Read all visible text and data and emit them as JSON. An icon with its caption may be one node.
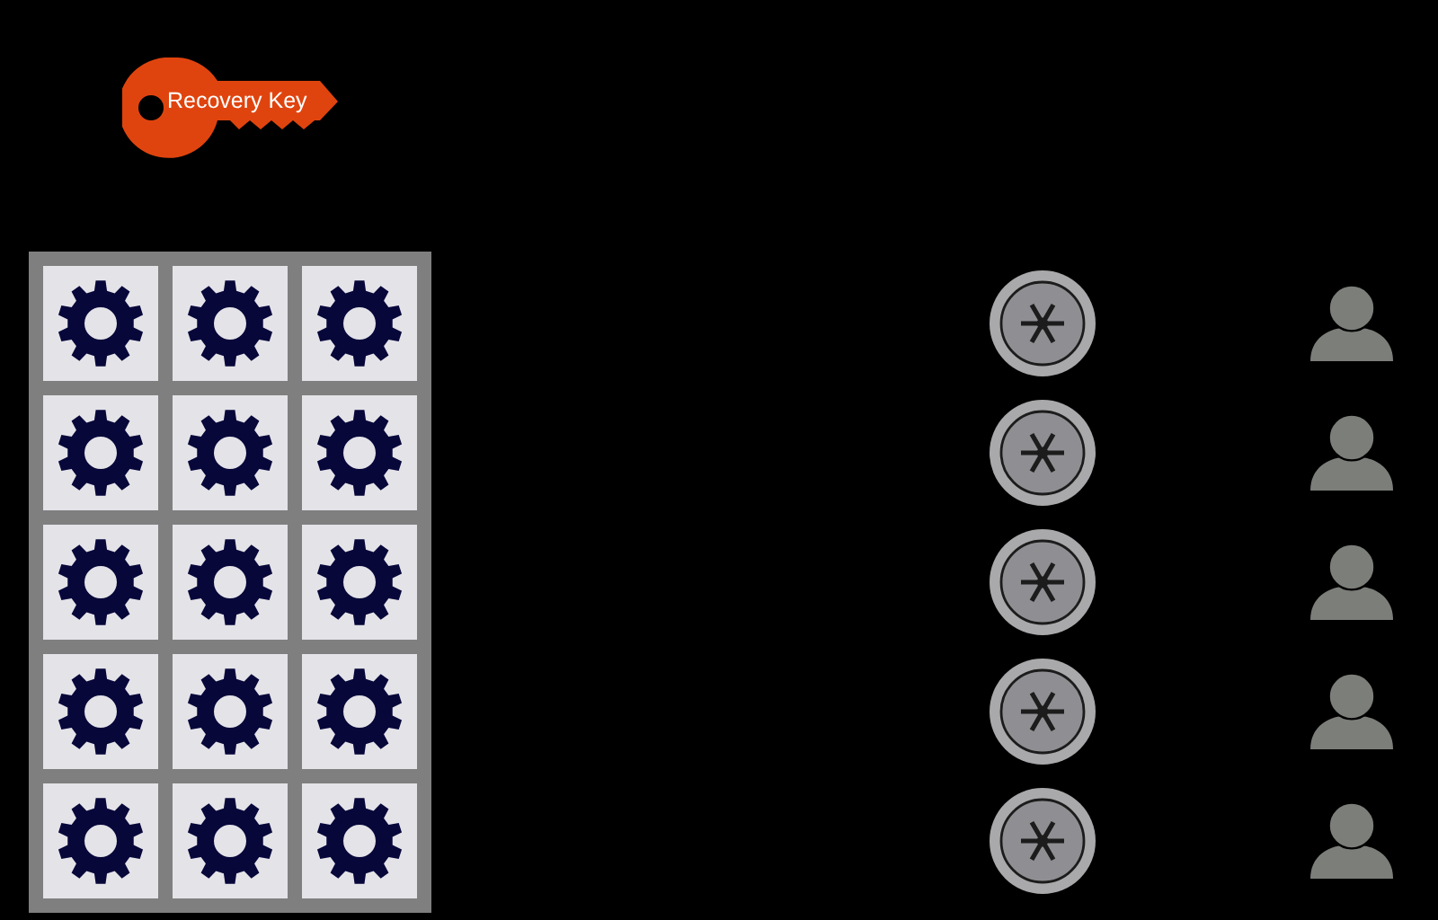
{
  "diagram": {
    "nodes": [
      {
        "text": [
          "Recovery Key"
        ]
      },
      {
        "text": [],
        "shape": "box"
      },
      {
        "text": [],
        "shape": "box",
        "in": 1
      },
      {
        "text": [],
        "shape": "box",
        "in": 1
      },
      {
        "text": [],
        "shape": "box",
        "in": 1
      },
      {
        "text": [],
        "shape": "box",
        "in": 1
      },
      {
        "text": [],
        "shape": "box",
        "in": 1
      },
      {
        "text": [],
        "shape": "box",
        "in": 1
      },
      {
        "text": [],
        "shape": "box",
        "in": 1
      },
      {
        "text": [],
        "shape": "box",
        "in": 1
      },
      {
        "text": [],
        "shape": "box",
        "in": 1
      },
      {
        "text": [],
        "shape": "box",
        "in": 1
      },
      {
        "text": [],
        "shape": "box",
        "in": 1
      },
      {
        "text": [],
        "shape": "box",
        "in": 1
      },
      {
        "text": [],
        "shape": "box",
        "in": 1
      },
      {
        "text": [],
        "shape": "box",
        "in": 1
      },
      {
        "text": [],
        "shape": "box",
        "in": 1
      },
      {
        "text": [],
        "shape": "circle"
      },
      {
        "text": [],
        "shape": "person"
      },
      {
        "text": [],
        "shape": "circle"
      },
      {
        "text": [],
        "shape": "person"
      },
      {
        "text": [],
        "shape": "circle"
      },
      {
        "text": [],
        "shape": "person"
      },
      {
        "text": [],
        "shape": "circle"
      },
      {
        "text": [],
        "shape": "person"
      },
      {
        "text": [],
        "shape": "circle"
      },
      {
        "text": [],
        "shape": "person"
      }
    ]
  }
}
